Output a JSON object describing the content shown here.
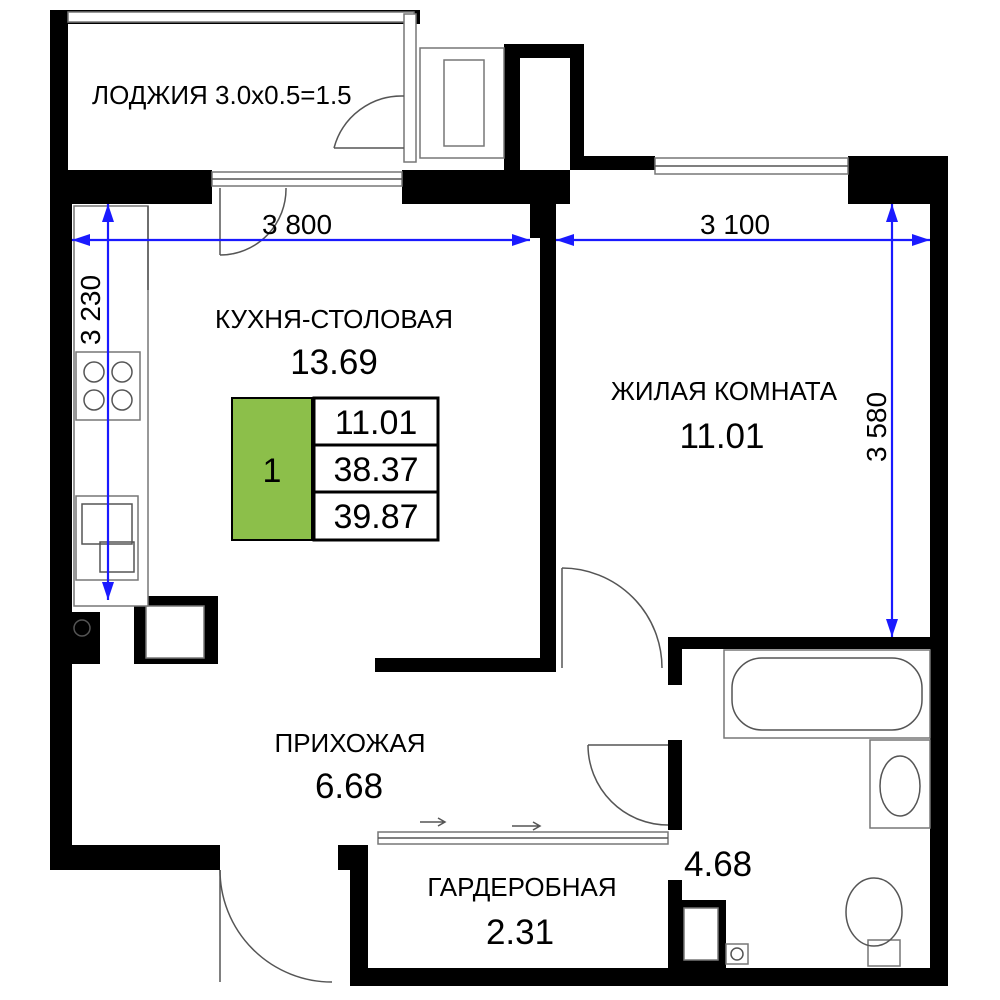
{
  "rooms": {
    "loggia": {
      "label": "ЛОДЖИЯ 3.0х0.5=1.5"
    },
    "kitchen": {
      "label": "КУХНЯ-СТОЛОВАЯ",
      "area": "13.69"
    },
    "living": {
      "label": "ЖИЛАЯ КОМНАТА",
      "area": "11.01"
    },
    "hall": {
      "label": "ПРИХОЖАЯ",
      "area": "6.68"
    },
    "wardrobe": {
      "label": "ГАРДЕРОБНАЯ",
      "area": "2.31"
    },
    "bathroom": {
      "area": "4.68"
    }
  },
  "dimensions": {
    "kitchen_width": "3 800",
    "living_width": "3 100",
    "kitchen_depth": "3 230",
    "living_depth": "3 580"
  },
  "summary": {
    "rooms_count": "1",
    "living_area": "11.01",
    "total_area": "38.37",
    "total_with_loggia": "39.87"
  },
  "colors": {
    "badge": "#8cbf4a",
    "dimension_line": "#1a1aff",
    "wall": "#000000"
  }
}
